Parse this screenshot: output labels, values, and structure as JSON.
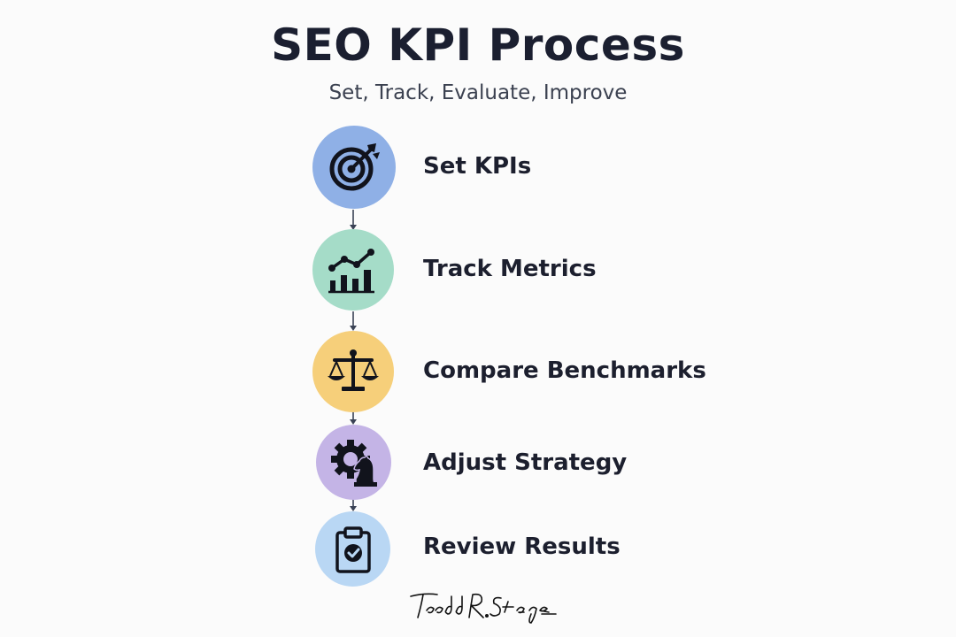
{
  "title": "SEO KPI Process",
  "subtitle": "Set, Track, Evaluate, Improve",
  "steps": [
    {
      "label": "Set KPIs",
      "icon": "target-icon",
      "color": "#8fb0e6"
    },
    {
      "label": "Track Metrics",
      "icon": "bar-chart-trend-icon",
      "color": "#a5dcc8"
    },
    {
      "label": "Compare Benchmarks",
      "icon": "scale-icon",
      "color": "#f6cf7a"
    },
    {
      "label": "Adjust Strategy",
      "icon": "gear-chess-knight-icon",
      "color": "#c4b4e6"
    },
    {
      "label": "Review Results",
      "icon": "clipboard-check-icon",
      "color": "#b9d7f4"
    }
  ],
  "signature": "Todd R. Stager"
}
